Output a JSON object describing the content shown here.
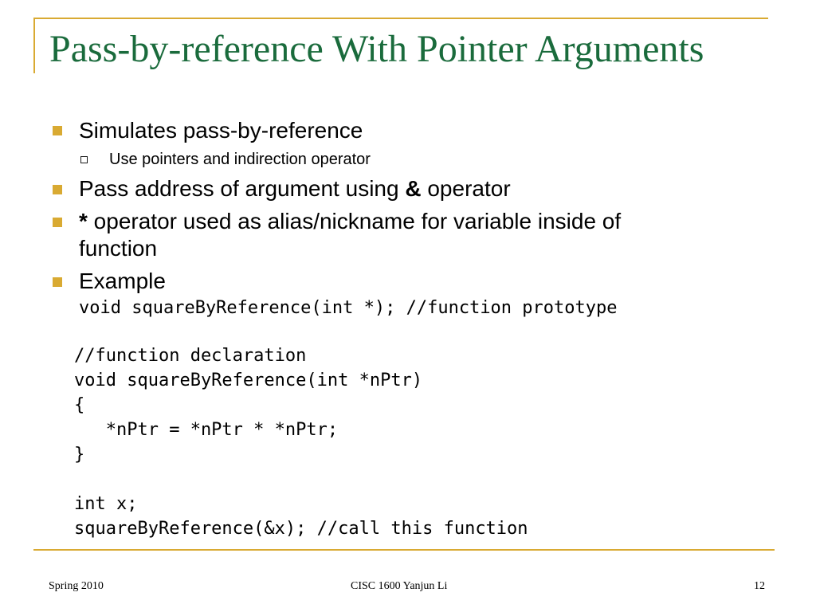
{
  "slide": {
    "title": "Pass-by-reference With Pointer Arguments",
    "bullets": {
      "b1": "Simulates pass-by-reference",
      "b1_sub": "Use pointers and indirection operator",
      "b2_prefix": "Pass address of argument using ",
      "b2_bold": "&",
      "b2_suffix": " operator",
      "b3_bold": "*",
      "b3_line1": " operator used as alias/nickname for variable inside of",
      "b3_line2": "function",
      "b4": "Example"
    },
    "code": {
      "prototype": "void squareByReference(int *); //function prototype",
      "definition": "//function declaration\nvoid squareByReference(int *nPtr)\n{\n   *nPtr = *nPtr * *nPtr;\n}\n\nint x;\nsquareByReference(&x); //call this function"
    },
    "footer": {
      "left": "Spring 2010",
      "center": "CISC 1600 Yanjun Li",
      "page": "12"
    }
  },
  "colors": {
    "title": "#1a6b3c",
    "accent": "#d9aa32"
  }
}
